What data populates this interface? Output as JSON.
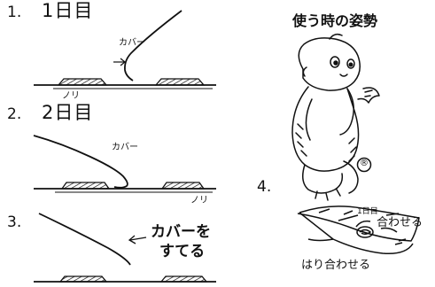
{
  "steps": [
    {
      "number": "1.",
      "title": "1日目",
      "label_cover": "カバー",
      "label_glue": "ノリ"
    },
    {
      "number": "2.",
      "title": "2日目",
      "label_cover": "カバー",
      "label_glue": "ノリ"
    },
    {
      "number": "3.",
      "line1": "カバーを",
      "line2": "すてる"
    }
  ],
  "posture": {
    "title": "使う時の姿勢",
    "badge": "®"
  },
  "step4": {
    "number": "4.",
    "day_label": "1日目",
    "label_join": "合わせる",
    "label_bottom": "はり合わせる"
  }
}
